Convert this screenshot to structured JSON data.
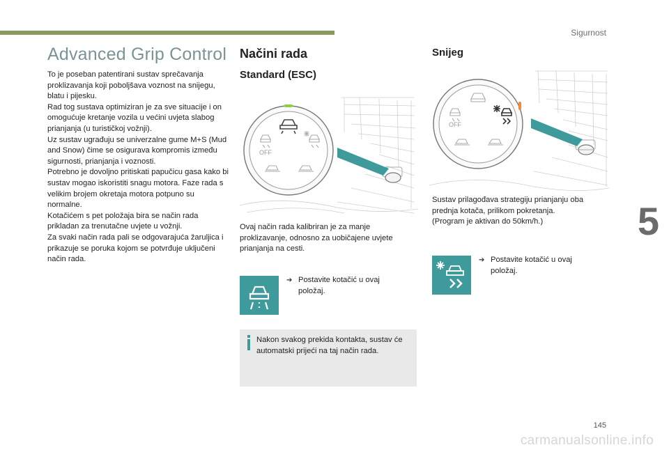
{
  "header": {
    "section": "Sigurnost",
    "chapter": "5"
  },
  "col1": {
    "title": "Advanced Grip Control",
    "intro": "To je poseban patentirani sustav sprečavanja proklizavanja koji poboljšava voznost na snijegu, blatu i pijesku.\nRad tog sustava optimiziran je za sve situacije i on omogućuje kretanje vozila u većini uvjeta slabog prianjanja (u turističkoj vožnji).\nUz sustav ugrađuju se univerzalne gume M+S (Mud and Snow) čime se osigurava kompromis između sigurnosti, prianjanja i voznosti.\nPotrebno je dovoljno pritiskati papučicu gasa kako bi sustav mogao iskoristiti snagu motora. Faze rada s velikim brojem okretaja motora potpuno su normalne.\nKotačićem s pet položaja bira se način rada prikladan za trenutačne uvjete u vožnji.\nZa svaki način rada pali se odgovarajuća žaruljica i prikazuje se poruka kojom se potvrđuje uključeni način rada."
  },
  "col2": {
    "heading": "Načini rada",
    "subheading": "Standard (ESC)",
    "dial_label": "OFF",
    "description": "Ovaj način rada kalibriran je za manje proklizavanje, odnosno za uobičajene uvjete prianjanja na cesti.",
    "bullet": "Postavite kotačić u ovaj položaj.",
    "info": "Nakon svakog prekida kontakta, sustav će automatski prijeći na taj način rada."
  },
  "col3": {
    "heading": "Snijeg",
    "dial_label": "OFF",
    "description": "Sustav prilagođava strategiju prianjanju oba prednja kotača, prilikom pokretanja.\n(Program je aktivan do 50km/h.)",
    "bullet": "Postavite kotačić u ovaj položaj."
  },
  "footer": {
    "page": "145",
    "watermark": "carmanualsonline.info"
  },
  "colors": {
    "accent_bar": "#8a9a5b",
    "title": "#7a9496",
    "icon_teal": "#3f9a9c",
    "active_green": "#8fcf3c",
    "active_orange": "#f08a3c",
    "info_bg": "#e9e9e9"
  },
  "icons": [
    "standard-mode-icon",
    "snow-mode-icon",
    "info-icon",
    "bullet-arrow-icon"
  ]
}
